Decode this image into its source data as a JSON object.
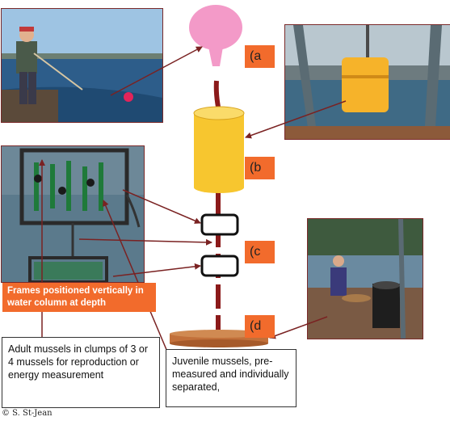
{
  "labels": {
    "a": "(a",
    "b": "(b",
    "c": "(c",
    "d": "(d"
  },
  "captions": {
    "frames": "Frames positioned vertically in water column at depth",
    "adult": "Adult mussels in clumps of 3 or 4 mussels for reproduction or energy measurement",
    "juvenile": "Juvenile mussels, pre-measured and individually separated,"
  },
  "credit": "© S. St-Jean",
  "colors": {
    "buoy": "#f39ac8",
    "float": "#f7c62f",
    "rope": "#8b1a1a",
    "label_bg": "#f26b2c",
    "arrow": "#7a2222",
    "disc": "#c2703a"
  }
}
